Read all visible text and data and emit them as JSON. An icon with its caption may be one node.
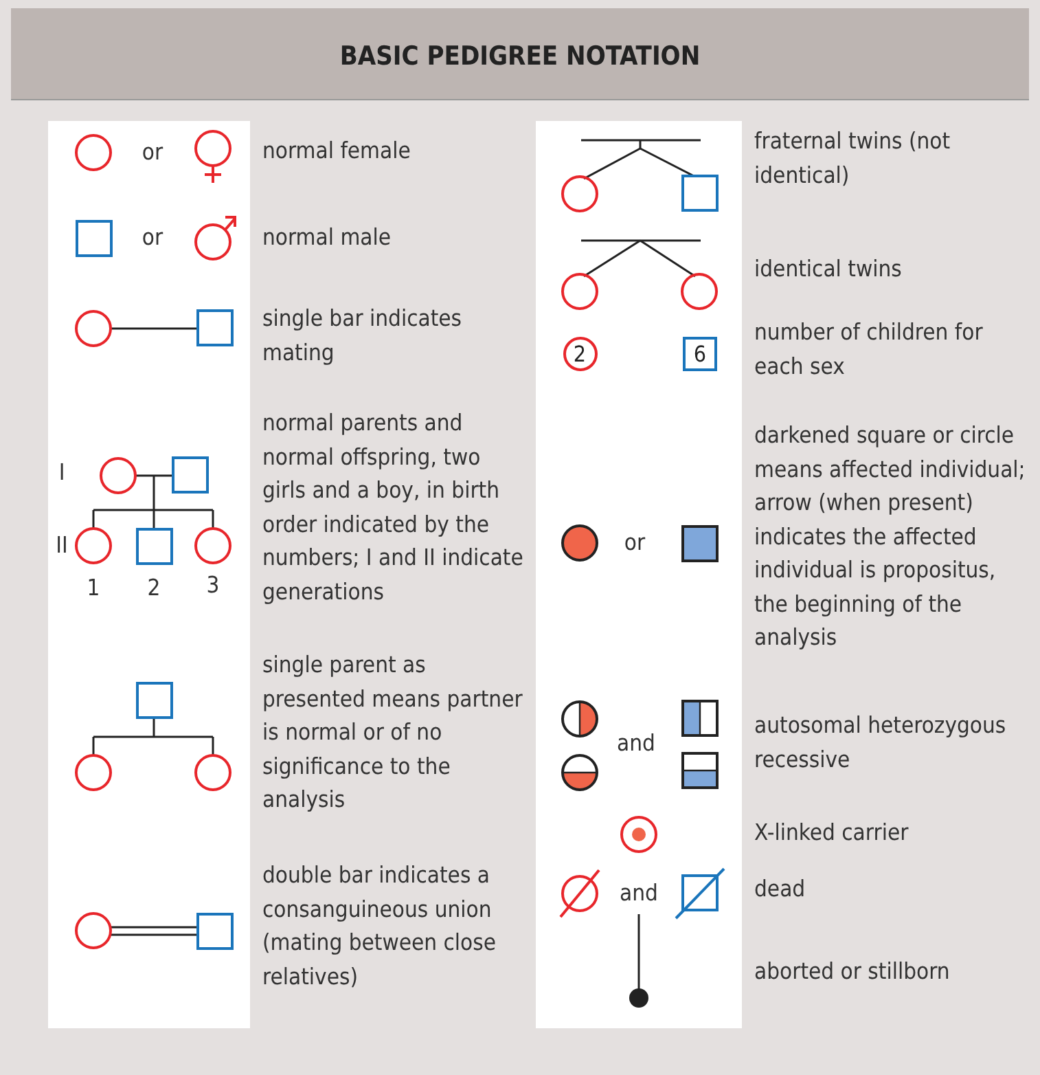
{
  "diagram": {
    "title": "BASIC PEDIGREE NOTATION",
    "nodes": [
      {
        "text": [
          "2"
        ]
      },
      {
        "text": [
          "6"
        ]
      }
    ],
    "labels": [
      "or",
      "normal female",
      "or",
      "normal male",
      "single bar indicates mating",
      "I",
      "II",
      "1",
      "2",
      "3",
      "normal parents and normal offspring, two girls and a boy, in birth order indicated by the numbers; I and II indicate generations",
      "single parent as presented means partner is normal or of no significance to the analysis",
      "double bar indicates a consanguineous union (mating between close relatives)",
      "fraternal twins (not identical)",
      "identical twins",
      "number of children for each sex",
      "or",
      "darkened square or circle means affected individual; arrow (when present) indicates the affected individual is propositus, the beginning of the analysis",
      "and",
      "autosomal heterozygous recessive",
      "X-linked carrier",
      "and",
      "dead",
      "aborted or stillborn"
    ]
  }
}
